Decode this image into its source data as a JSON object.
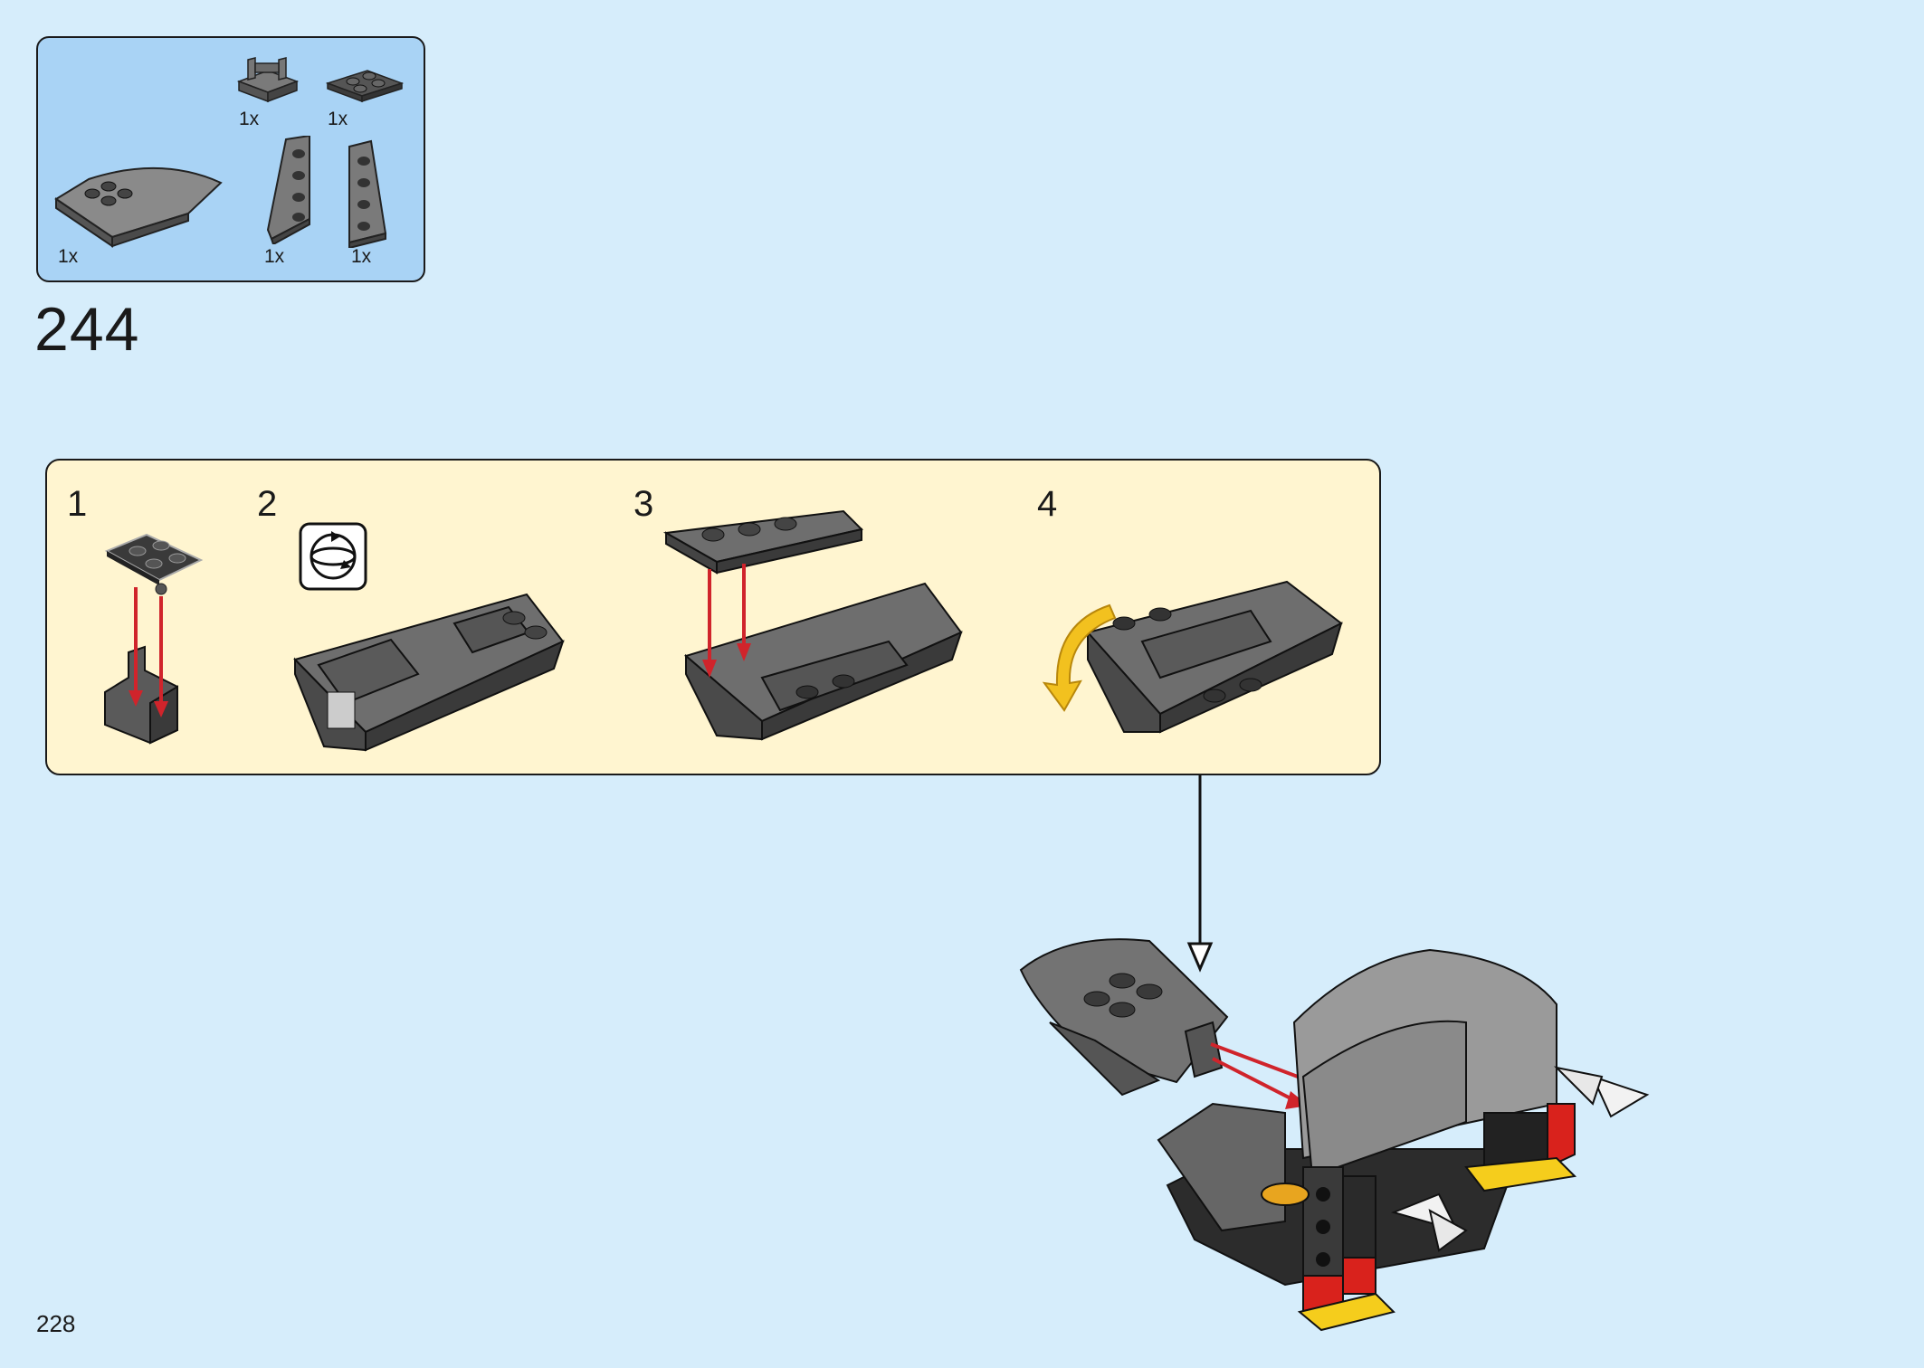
{
  "parts_list": {
    "items": [
      {
        "name": "plate-with-clip-part",
        "qty": "1x"
      },
      {
        "name": "plate-2x2-with-pin-part",
        "qty": "1x"
      },
      {
        "name": "curved-wedge-part",
        "qty": "1x"
      },
      {
        "name": "wing-plate-left-part",
        "qty": "1x"
      },
      {
        "name": "wing-plate-right-part",
        "qty": "1x"
      }
    ]
  },
  "step": {
    "number": "244"
  },
  "substeps": [
    {
      "number": "1"
    },
    {
      "number": "2"
    },
    {
      "number": "3"
    },
    {
      "number": "4"
    }
  ],
  "colors": {
    "background": "#d6edfb",
    "parts_box": "#a9d3f5",
    "substeps_box": "#fff5d0",
    "dark_grey": "#5a5a5a",
    "light_grey": "#9a9a9a",
    "arrow_red": "#d0242b",
    "rotate_arrow_yellow": "#f2c11f",
    "brick_red": "#d9221c",
    "brick_yellow": "#f5cd1c"
  },
  "icons": [
    "rotate-model-icon",
    "assembly-arrow-icon",
    "rotate-arrow-icon"
  ],
  "page": {
    "number": "228"
  }
}
